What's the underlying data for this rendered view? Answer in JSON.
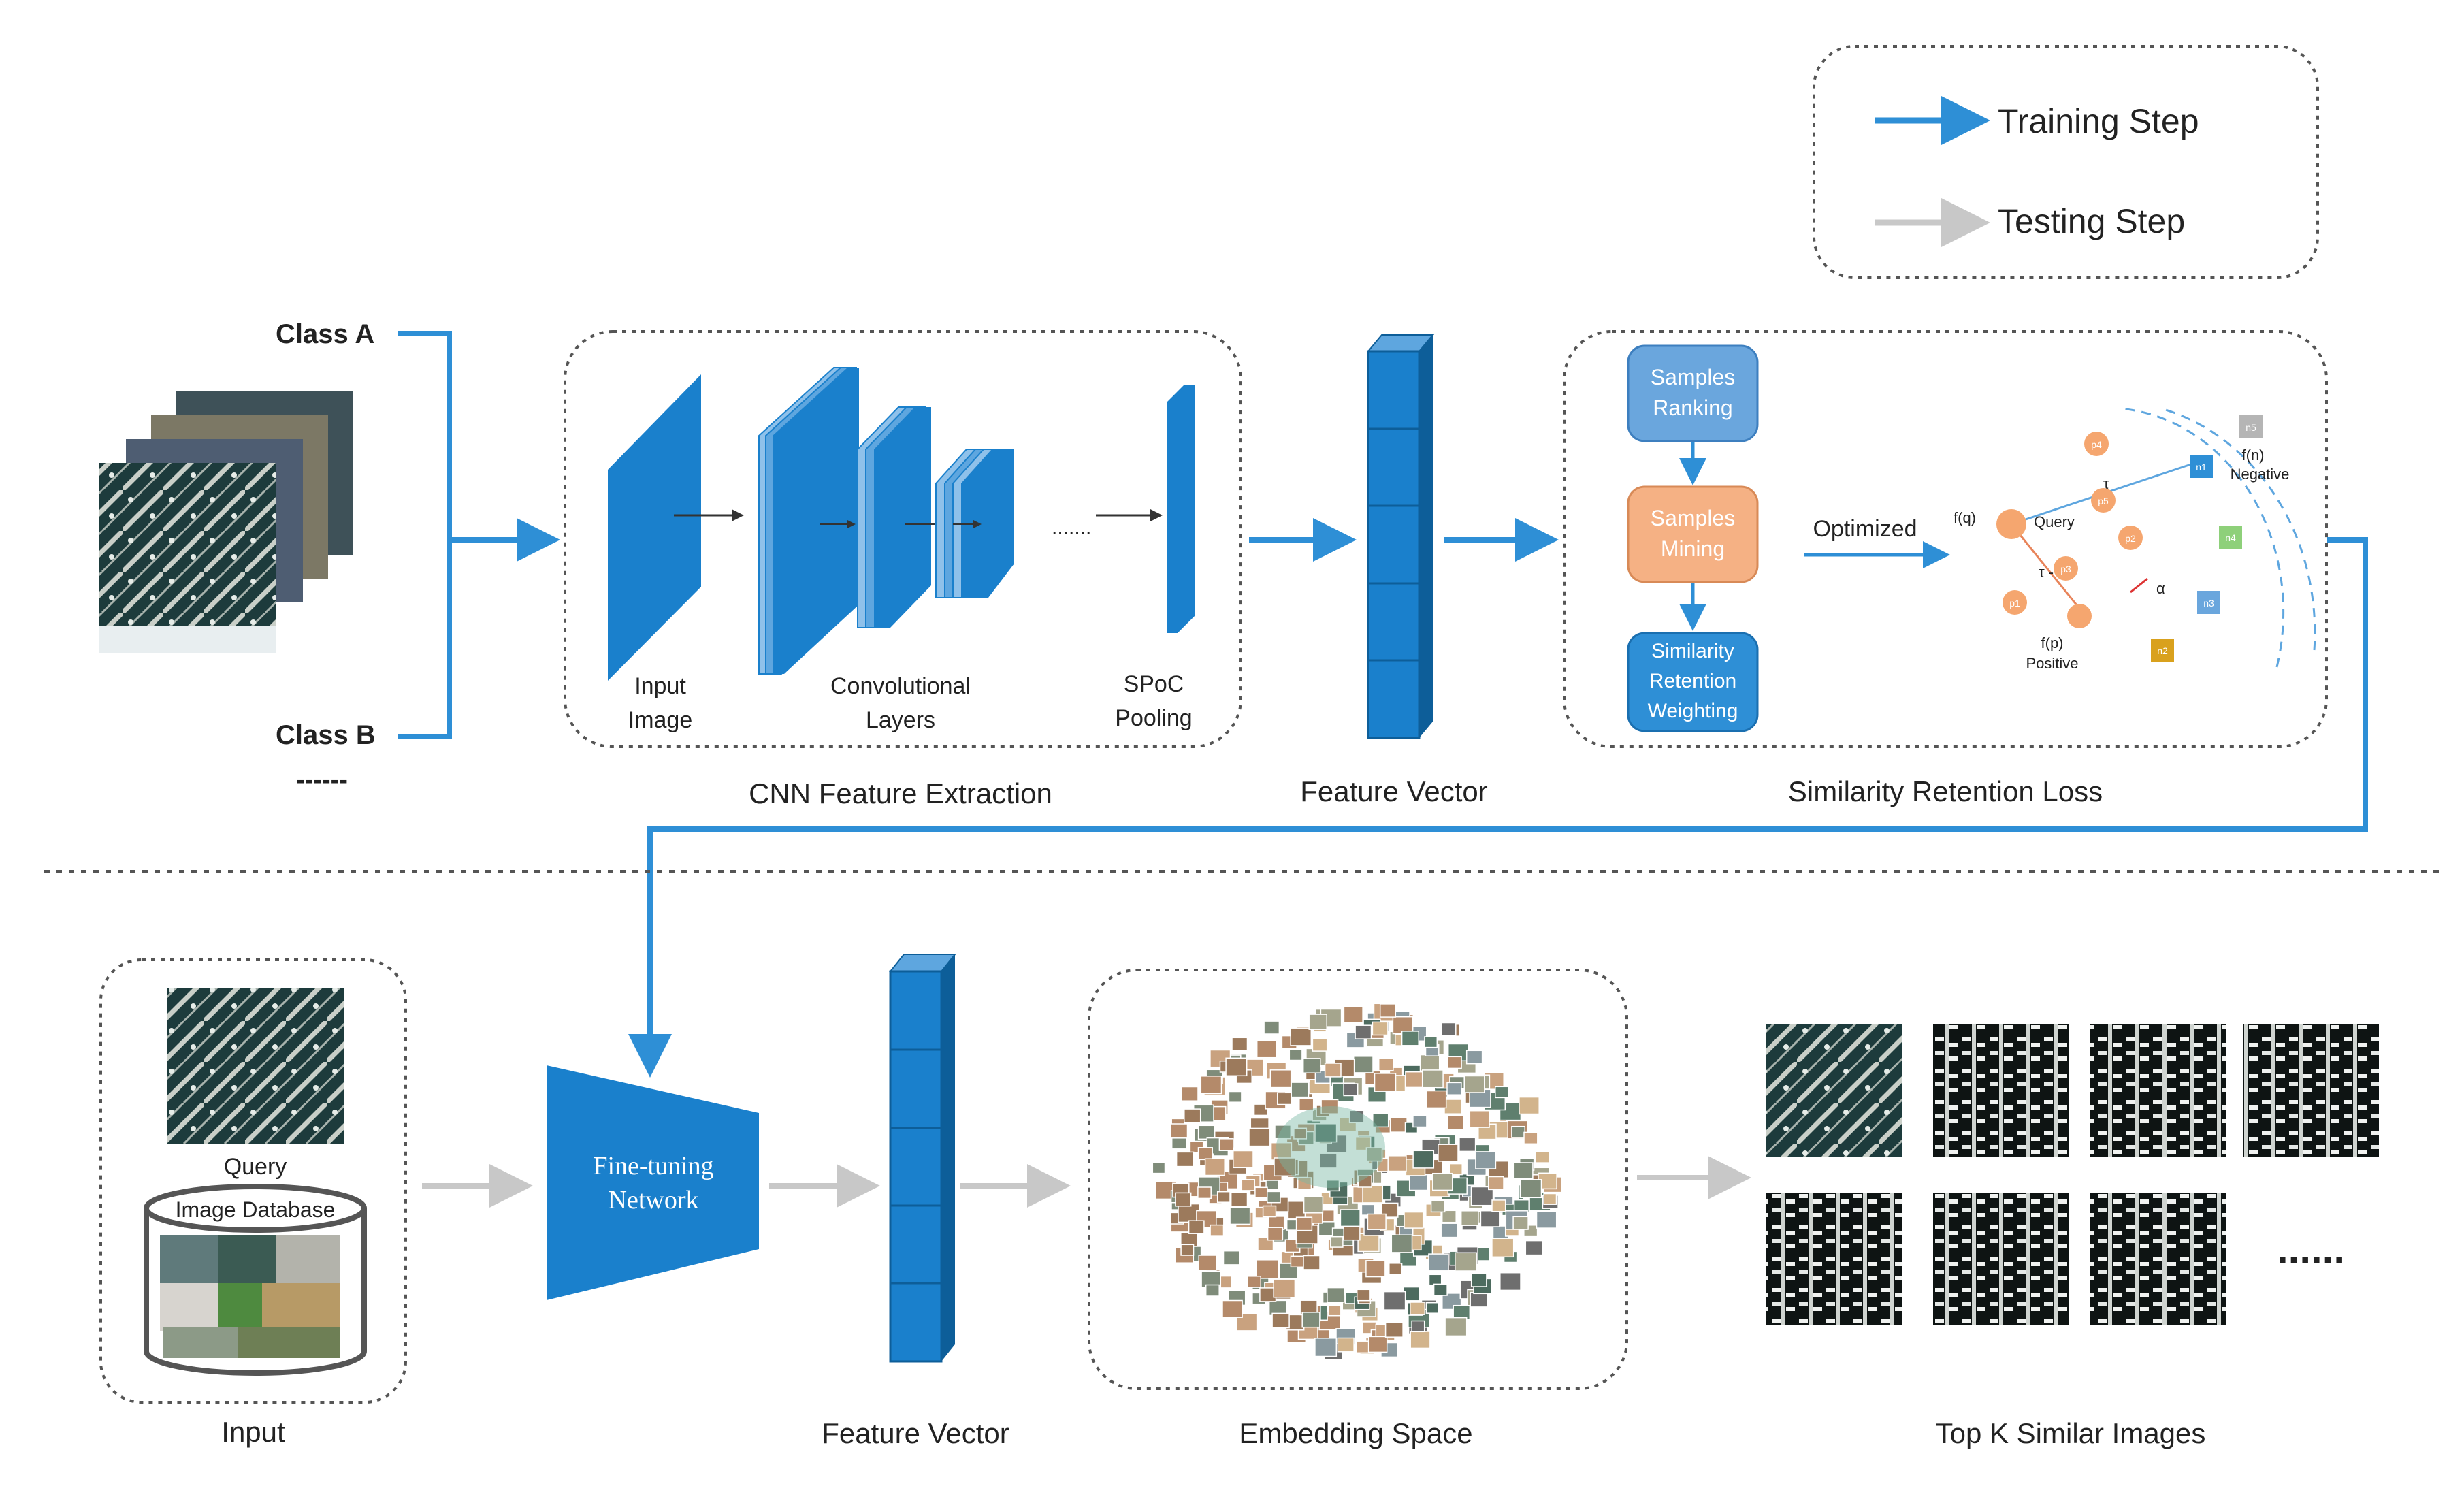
{
  "legend": {
    "training": "Training Step",
    "testing": "Testing Step"
  },
  "colors": {
    "training": "#2e8fd6",
    "testing": "#c8c8c8",
    "block": "#1a80cc",
    "block_light": "#8fc1ea",
    "rank_box": "#6aa6dd",
    "mining_box": "#f5b184",
    "weight_box": "#2e8fd6"
  },
  "input_classes": {
    "class_a": "Class A",
    "class_b": "Class B",
    "more": "------"
  },
  "cnn": {
    "input_image": [
      "Input",
      "Image"
    ],
    "conv_layers": [
      "Convolutional",
      "Layers"
    ],
    "spoc": [
      "SPoC",
      "Pooling"
    ],
    "dots": ".......",
    "caption": "CNN Feature Extraction"
  },
  "feature_vector_top": "Feature Vector",
  "loss": {
    "samples_ranking": [
      "Samples",
      "Ranking"
    ],
    "samples_mining": [
      "Samples",
      "Mining"
    ],
    "similarity_weighting": [
      "Similarity",
      "Retention",
      "Weighting"
    ],
    "optimized": "Optimized",
    "caption": "Similarity Retention Loss",
    "embed": {
      "fq": "f(q)",
      "query": "Query",
      "fp": "f(p)",
      "positive": "Positive",
      "fn": "f(n)",
      "negative": "Negative",
      "tau": "τ",
      "tau_alpha": "τ - α",
      "alpha": "α",
      "negatives": [
        "n1",
        "n2",
        "n3",
        "n4",
        "n5"
      ],
      "positives": [
        "p1",
        "p2",
        "p3",
        "p4",
        "p5"
      ]
    }
  },
  "testing": {
    "query": "Query",
    "image_database": "Image Database",
    "input_caption": "Input",
    "finetune": [
      "Fine-tuning",
      "Network"
    ],
    "feature_vector": "Feature Vector",
    "embedding_space": "Embedding Space",
    "topk": "Top K Similar Images",
    "more": "......"
  }
}
